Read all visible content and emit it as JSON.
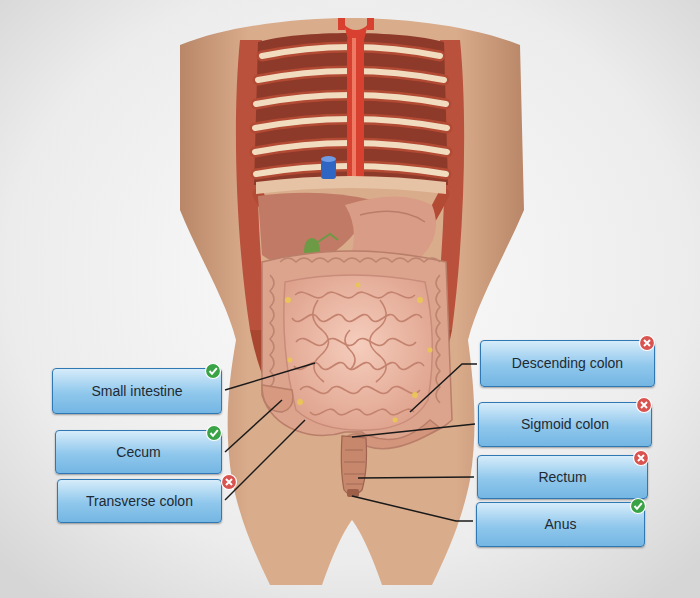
{
  "diagram": {
    "nodes": [
      {
        "text": [
          "Descending colon"
        ]
      },
      {
        "text": [
          "Small intestine"
        ]
      },
      {
        "text": [
          "Sigmoid colon"
        ]
      },
      {
        "text": [
          "Cecum"
        ]
      },
      {
        "text": [
          "Rectum"
        ]
      },
      {
        "text": [
          "Transverse colon"
        ]
      },
      {
        "text": [
          "Anus"
        ]
      }
    ]
  }
}
